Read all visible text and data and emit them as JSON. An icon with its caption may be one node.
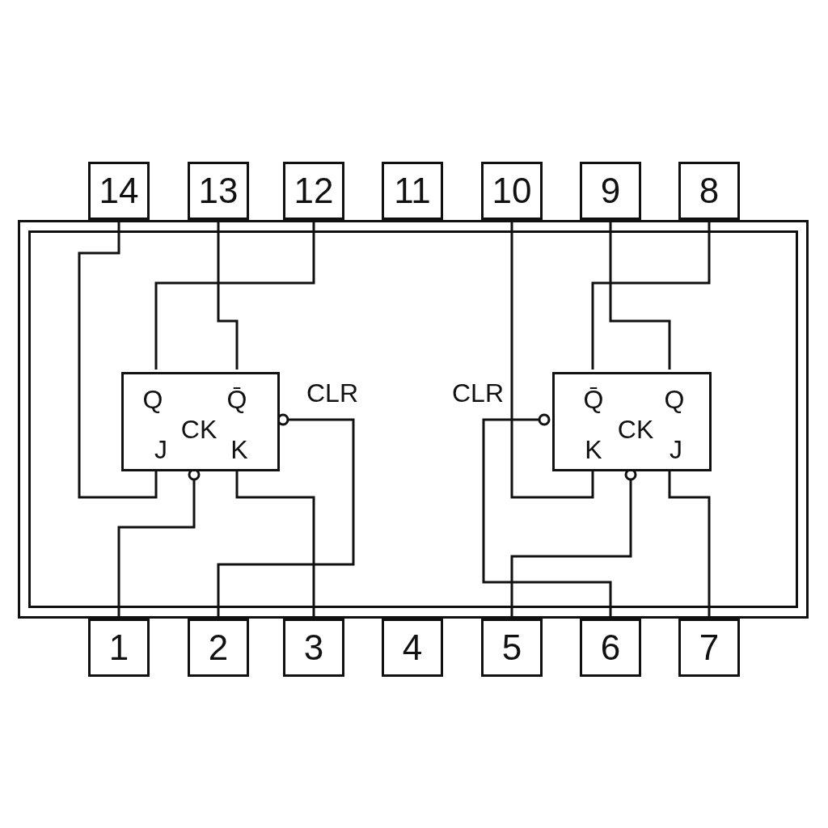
{
  "diagram": {
    "nodes": [
      {
        "text": [
          "14"
        ]
      },
      {
        "text": [
          "13"
        ]
      },
      {
        "text": [
          "12"
        ]
      },
      {
        "text": [
          "11"
        ]
      },
      {
        "text": [
          "10"
        ]
      },
      {
        "text": [
          "9"
        ]
      },
      {
        "text": [
          "8"
        ]
      },
      {
        "text": [],
        "shape": "box"
      },
      {
        "text": [
          "Q",
          "Q̄",
          "J",
          "CK",
          "K"
        ],
        "beside": [
          "CLR"
        ],
        "in": 7
      },
      {
        "text": [
          "Q̄",
          "Q",
          "K",
          "CK",
          "J"
        ],
        "beside": [
          "CLR"
        ],
        "in": 7
      },
      {
        "text": [
          "1"
        ]
      },
      {
        "text": [
          "2"
        ]
      },
      {
        "text": [
          "3"
        ]
      },
      {
        "text": [
          "4"
        ]
      },
      {
        "text": [
          "5"
        ]
      },
      {
        "text": [
          "6"
        ]
      },
      {
        "text": [
          "7"
        ]
      }
    ],
    "edges": [
      {
        "from": 8,
        "to": 2,
        "arrow": "none"
      },
      {
        "from": 8,
        "to": 1,
        "arrow": "none"
      },
      {
        "from": 8,
        "to": 0,
        "arrow": "none"
      },
      {
        "from": 8,
        "to": 10,
        "arrow": "other"
      },
      {
        "from": 8,
        "to": 12,
        "arrow": "none"
      },
      {
        "from": 8,
        "to": 11,
        "arrow": "other"
      },
      {
        "from": 9,
        "to": 6,
        "arrow": "none"
      },
      {
        "from": 9,
        "to": 5,
        "arrow": "none"
      },
      {
        "from": 9,
        "to": 4,
        "arrow": "none"
      },
      {
        "from": 9,
        "to": 15,
        "arrow": "other"
      },
      {
        "from": 9,
        "to": 14,
        "arrow": "other"
      },
      {
        "from": 9,
        "to": 16,
        "arrow": "none"
      }
    ]
  }
}
